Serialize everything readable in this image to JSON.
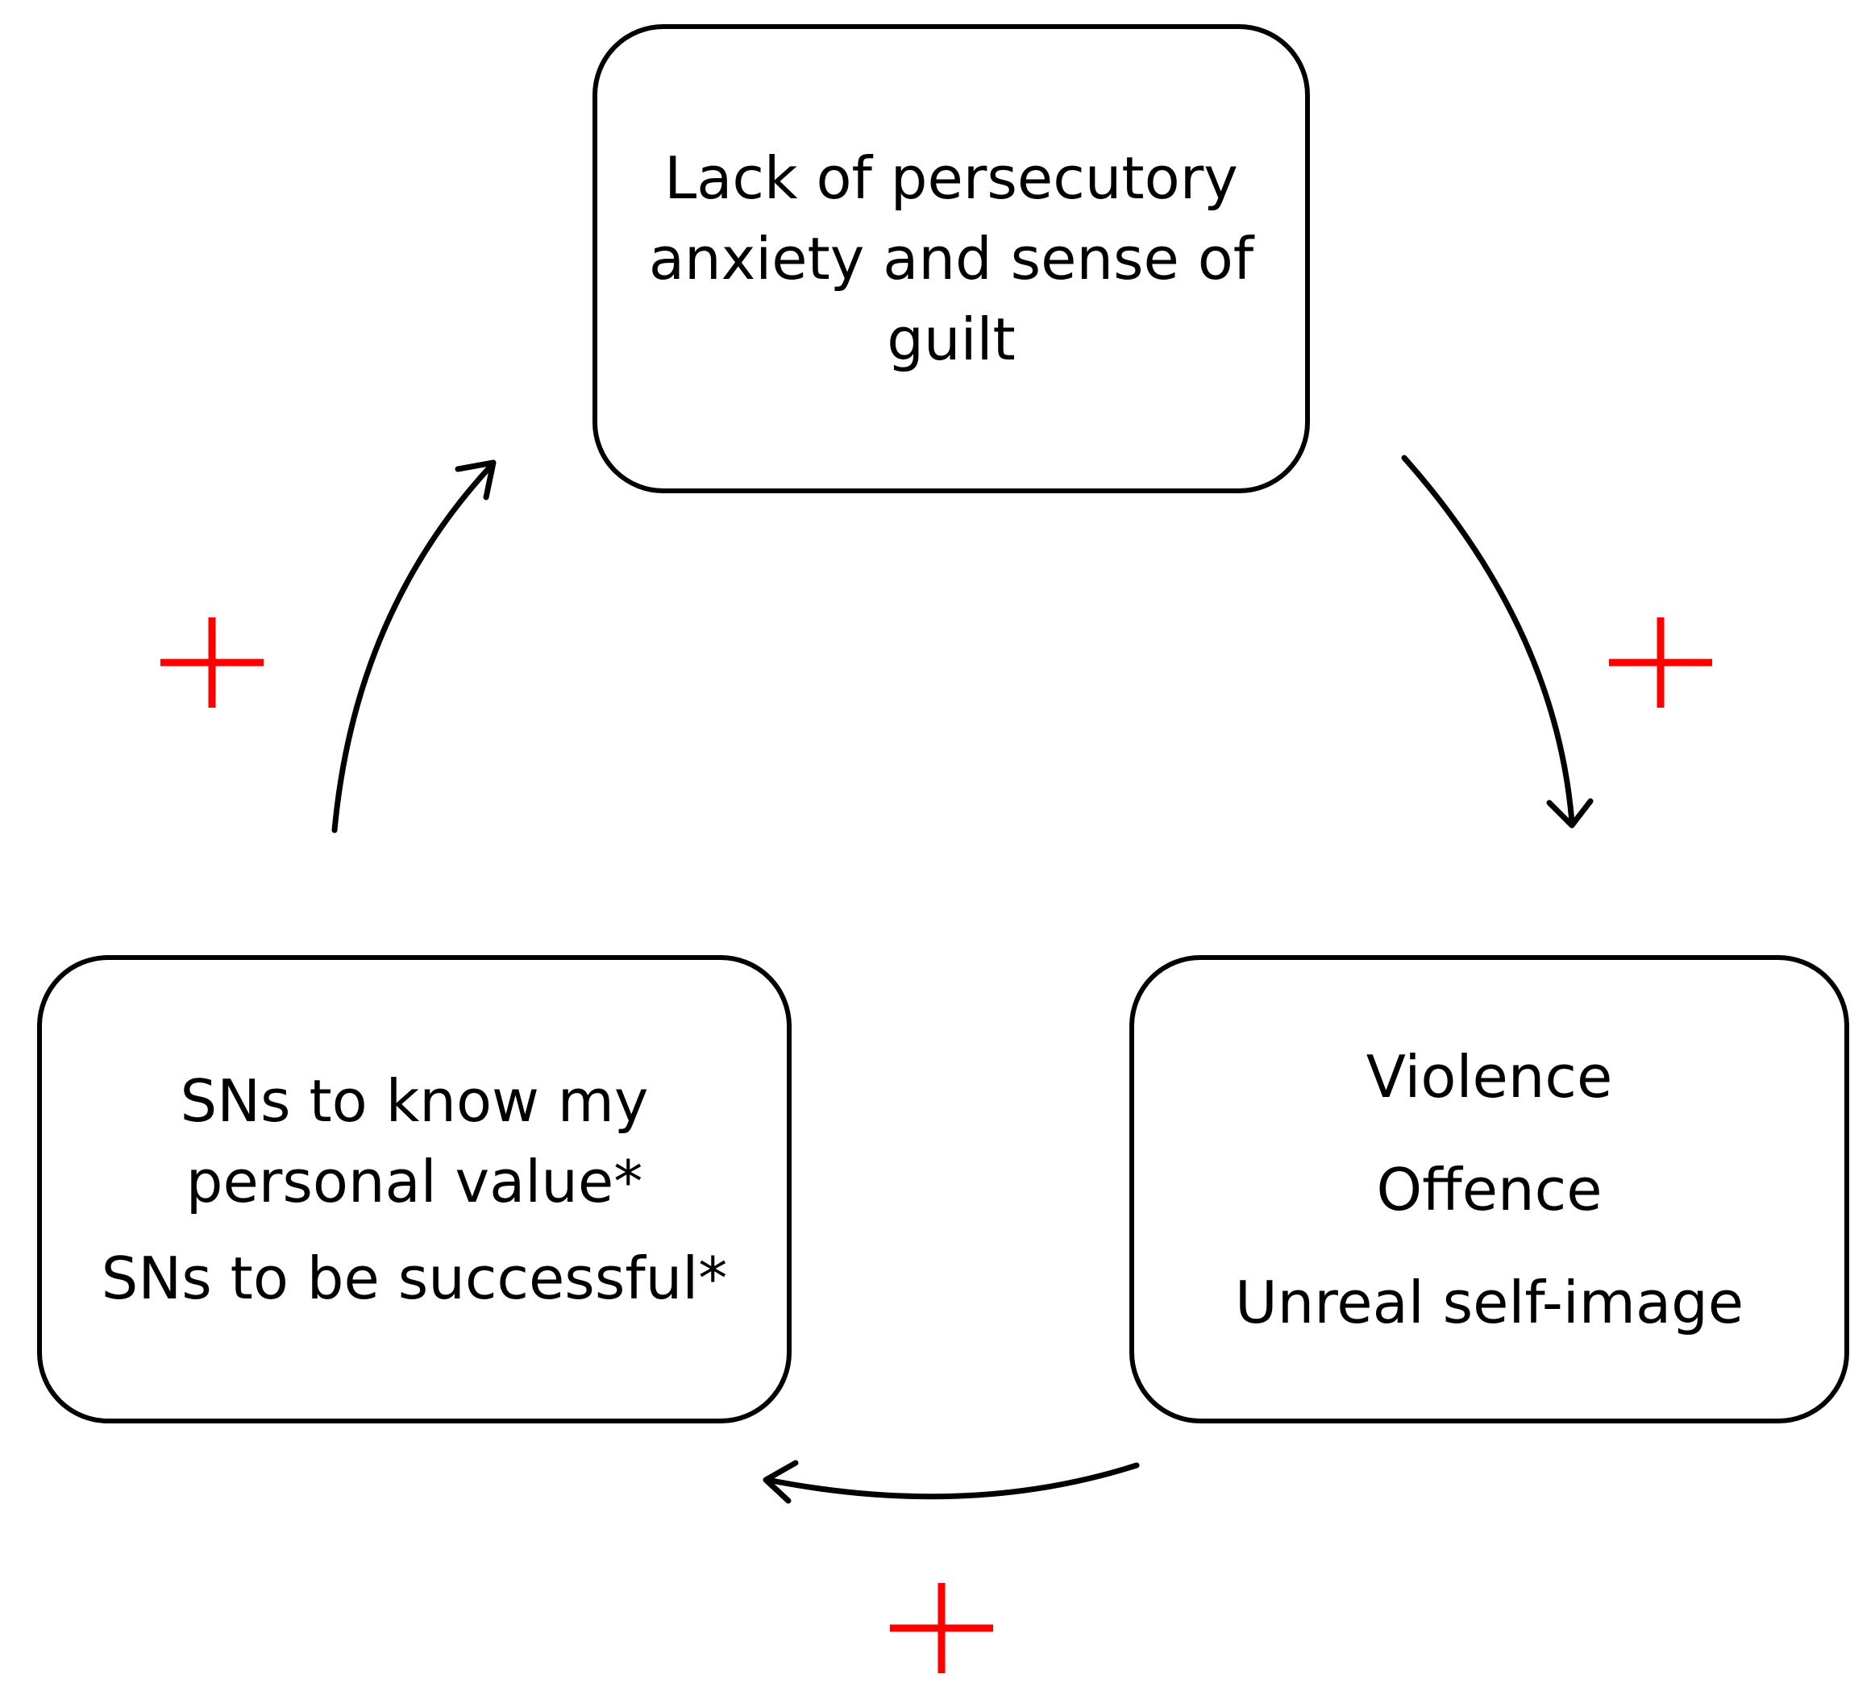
{
  "nodes": {
    "top": {
      "text": "Lack of persecutory anxiety and sense of guilt"
    },
    "right": {
      "lines": [
        "Violence",
        "Offence",
        "Unreal self-image"
      ]
    },
    "left": {
      "lines": [
        "SNs to know my personal value*",
        "SNs to be successful*"
      ]
    }
  },
  "links": [
    {
      "from": "left",
      "to": "top",
      "sign": "+"
    },
    {
      "from": "top",
      "to": "right",
      "sign": "+"
    },
    {
      "from": "right",
      "to": "left",
      "sign": "+"
    }
  ],
  "colors": {
    "stroke": "#000000",
    "sign": "#ff0000"
  }
}
